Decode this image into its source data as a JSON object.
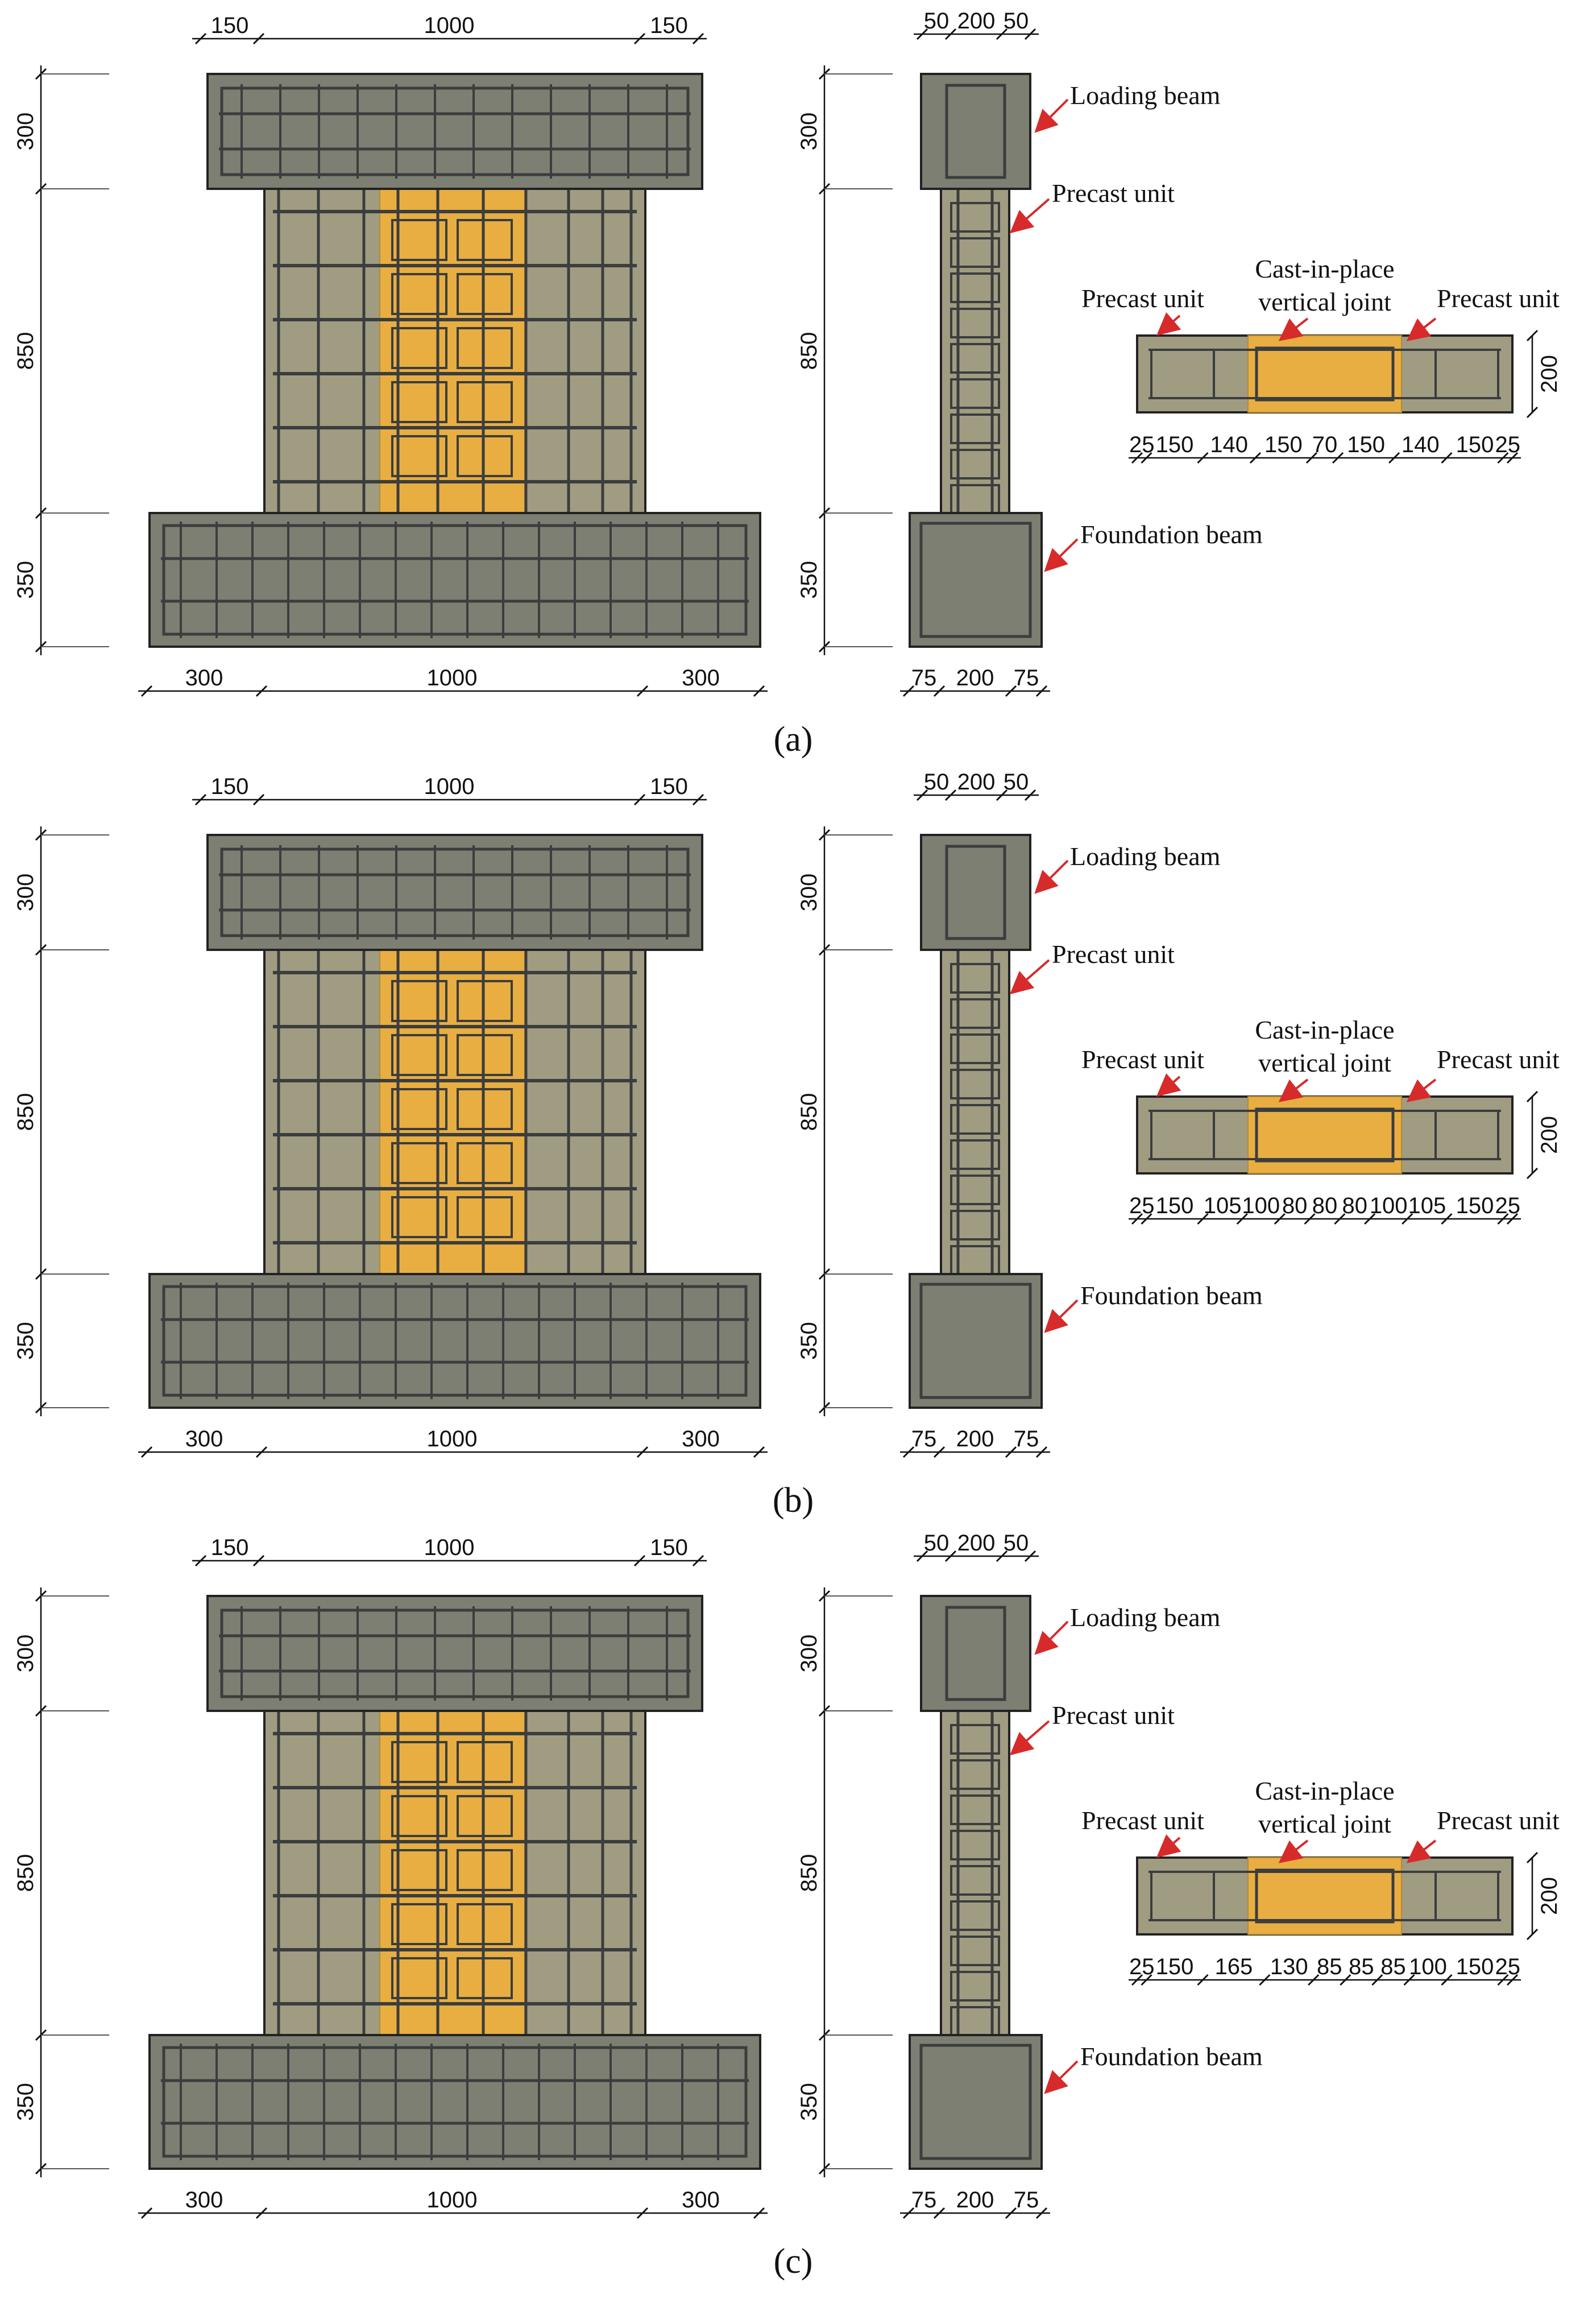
{
  "colors": {
    "concrete": "#a09c82",
    "beam_concrete": "#7d7f73",
    "joint": "#e8ae42",
    "rebar": "#3b3d3e",
    "outline": "#222222",
    "arrow": "#d72a2a"
  },
  "labels": {
    "loading_beam": "Loading beam",
    "precast_unit": "Precast unit",
    "foundation_beam": "Foundation beam",
    "cast_line1": "Cast-in-place",
    "cast_line2": "vertical joint"
  },
  "panels": [
    {
      "caption": "(a)",
      "caption_letter": "a",
      "front_top_dims": [
        "150",
        "1000",
        "150"
      ],
      "front_bottom_dims": [
        "300",
        "1000",
        "300"
      ],
      "front_left_dims": [
        "300",
        "850",
        "350"
      ],
      "side_top_dims": [
        "50",
        "200",
        "50"
      ],
      "side_bottom_dims": [
        "75",
        "200",
        "75"
      ],
      "side_left_dims": [
        "300",
        "850",
        "350"
      ],
      "section_height_dim": "200",
      "section_dims": [
        "25",
        "150",
        "140",
        "150",
        "70",
        "150",
        "140",
        "150",
        "25"
      ]
    },
    {
      "caption": "(b)",
      "caption_letter": "b",
      "front_top_dims": [
        "150",
        "1000",
        "150"
      ],
      "front_bottom_dims": [
        "300",
        "1000",
        "300"
      ],
      "front_left_dims": [
        "300",
        "850",
        "350"
      ],
      "side_top_dims": [
        "50",
        "200",
        "50"
      ],
      "side_bottom_dims": [
        "75",
        "200",
        "75"
      ],
      "side_left_dims": [
        "300",
        "850",
        "350"
      ],
      "section_height_dim": "200",
      "section_dims": [
        "25",
        "150",
        "105",
        "100",
        "80",
        "80",
        "80",
        "100",
        "105",
        "150",
        "25"
      ]
    },
    {
      "caption": "(c)",
      "caption_letter": "c",
      "front_top_dims": [
        "150",
        "1000",
        "150"
      ],
      "front_bottom_dims": [
        "300",
        "1000",
        "300"
      ],
      "front_left_dims": [
        "300",
        "850",
        "350"
      ],
      "side_top_dims": [
        "50",
        "200",
        "50"
      ],
      "side_bottom_dims": [
        "75",
        "200",
        "75"
      ],
      "side_left_dims": [
        "300",
        "850",
        "350"
      ],
      "section_height_dim": "200",
      "section_dims": [
        "25",
        "150",
        "165",
        "130",
        "85",
        "85",
        "85",
        "100",
        "150",
        "25"
      ]
    }
  ]
}
